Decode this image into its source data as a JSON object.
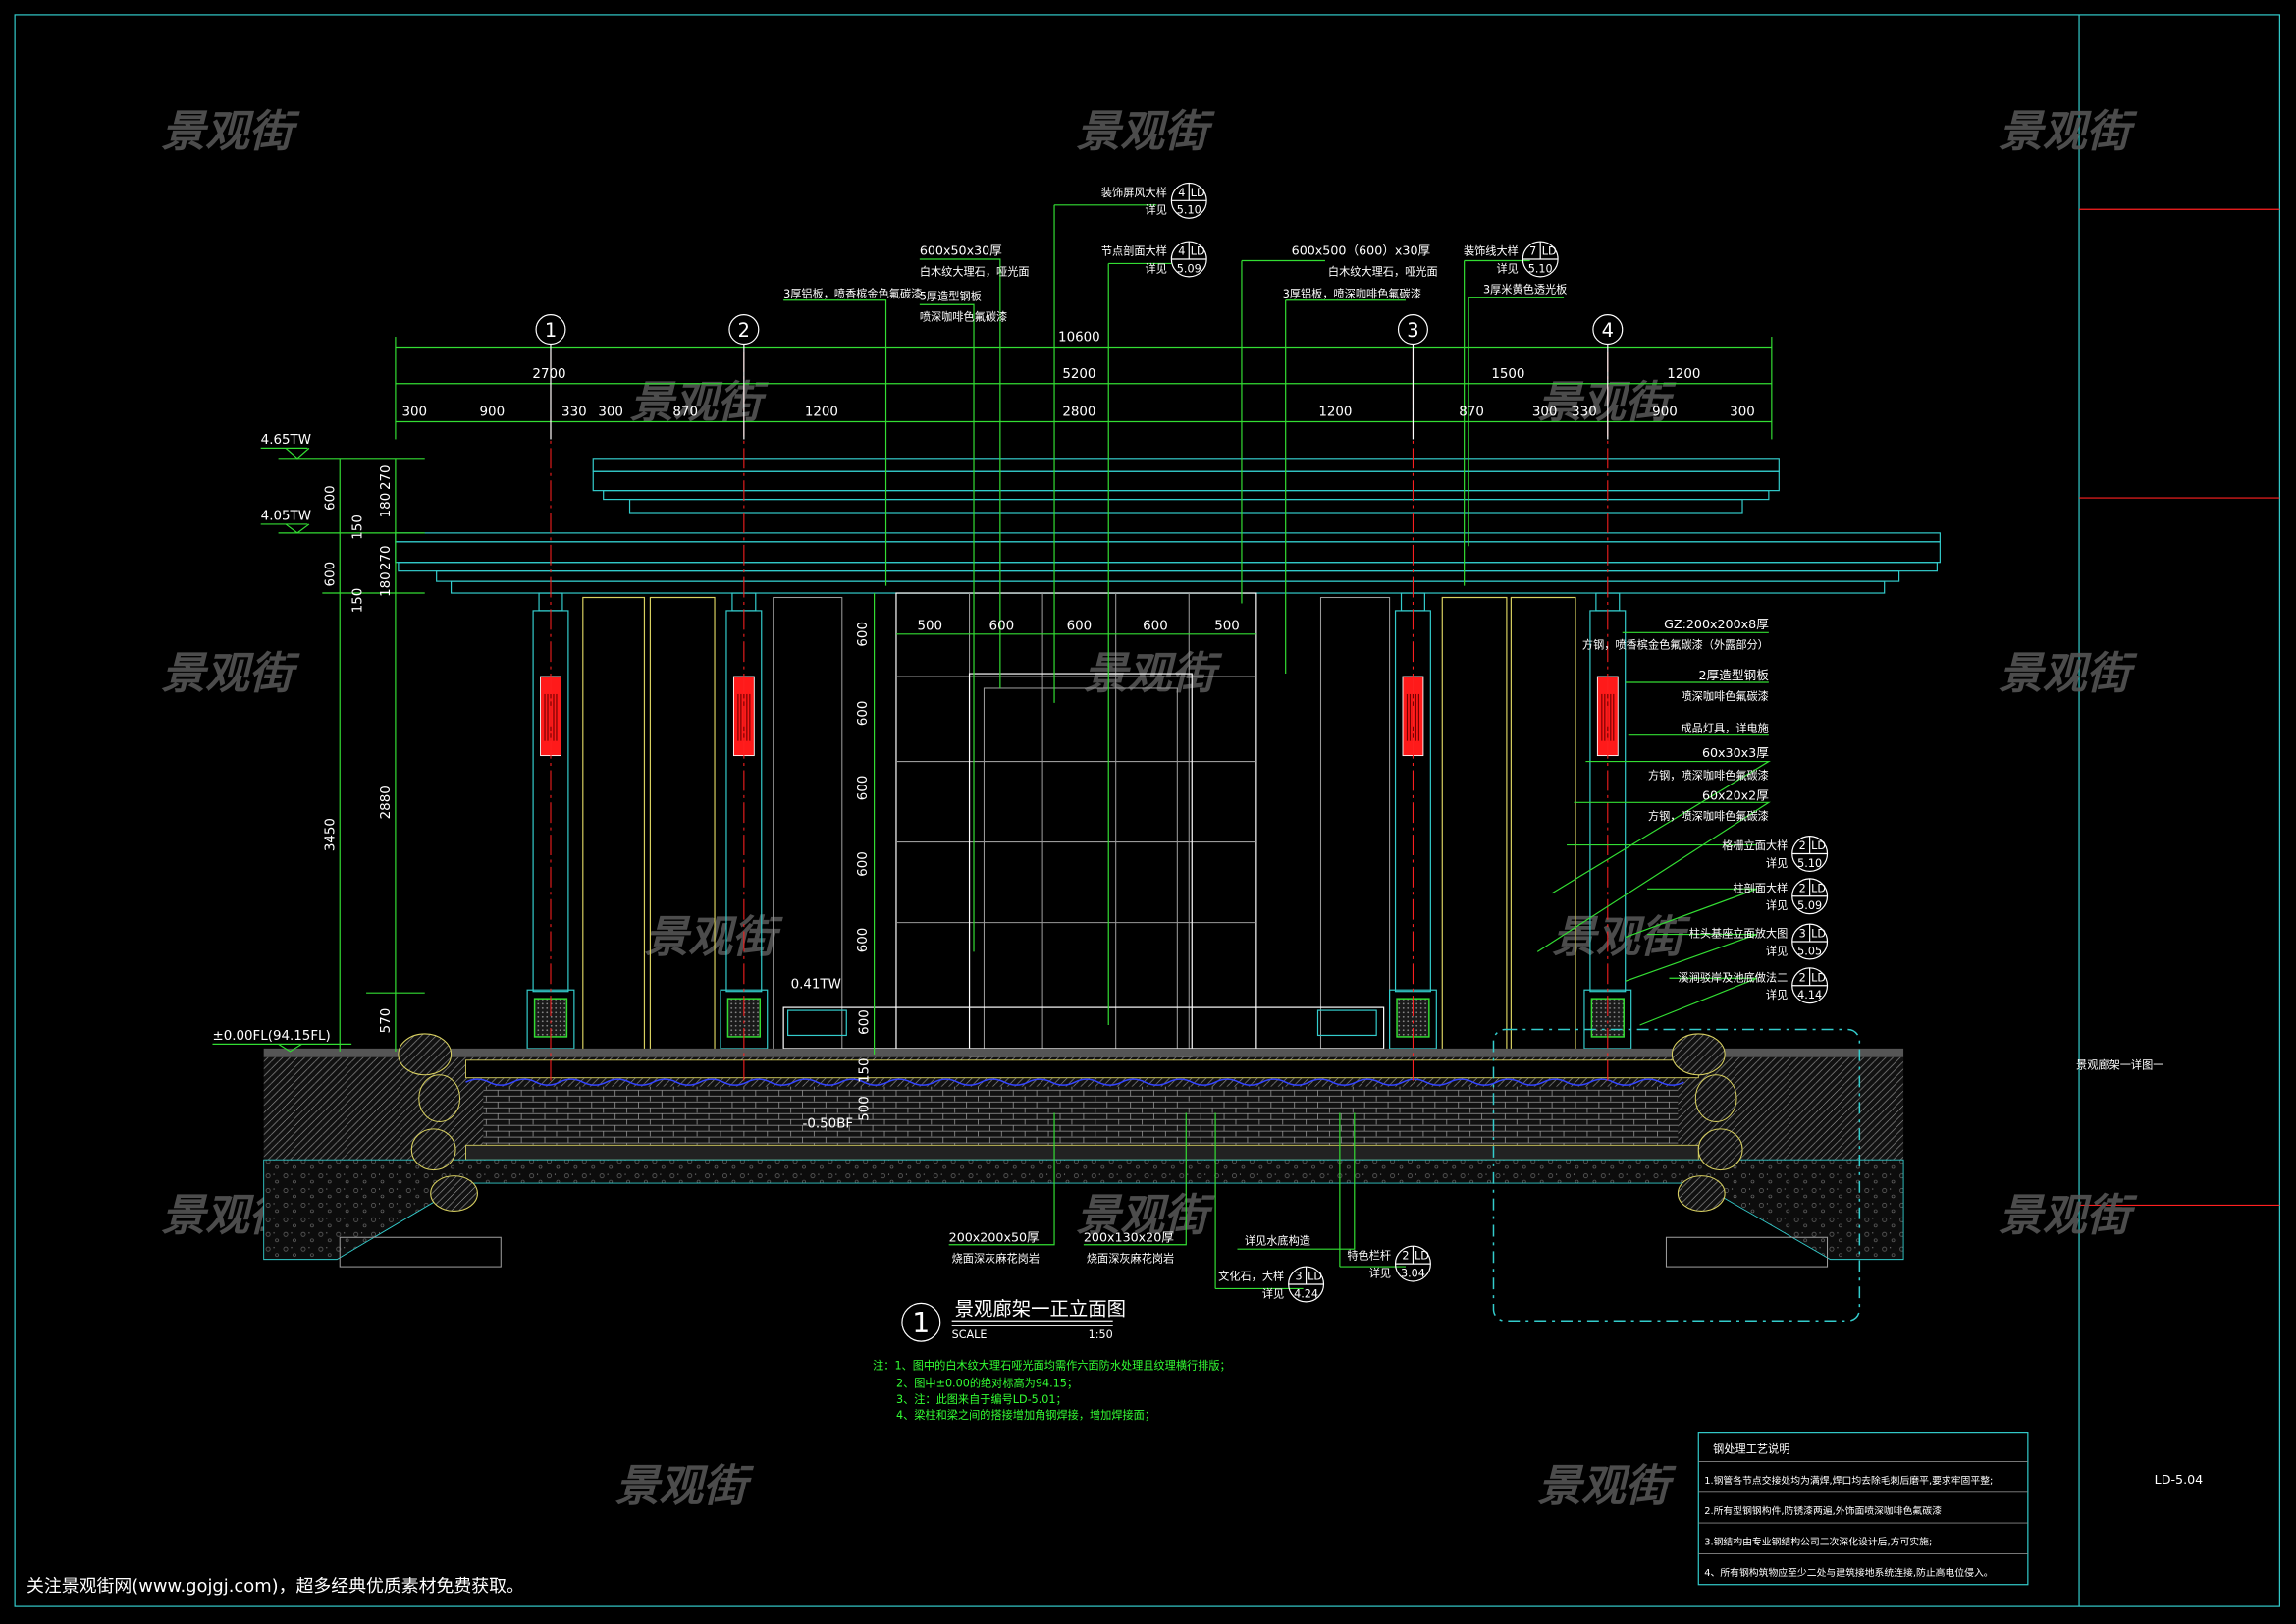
{
  "watermark": "景观街",
  "axes": [
    "1",
    "2",
    "3",
    "4"
  ],
  "dimensions": {
    "total": "10600",
    "row2": [
      "2700",
      "5200",
      "1500",
      "1200"
    ],
    "row3": [
      "300",
      "900",
      "330",
      "300",
      "870",
      "1200",
      "2800",
      "1200",
      "870",
      "300",
      "330",
      "900",
      "300"
    ],
    "left_outer": [
      "600",
      "600",
      "3450"
    ],
    "left_inner": [
      "270",
      "180",
      "150",
      "270",
      "180",
      "150",
      "2880",
      "570"
    ],
    "center_horizontal": [
      "500",
      "600",
      "600",
      "600",
      "500"
    ],
    "center_vertical": [
      "600",
      "600",
      "600",
      "600",
      "600"
    ],
    "bench_vertical": [
      "600",
      "150",
      "500"
    ]
  },
  "levels": {
    "top_wall_1": "4.65TW",
    "top_wall_2": "4.05TW",
    "floor": "±0.00FL(94.15FL)",
    "bench_top": "0.41TW",
    "pool_bottom": "-0.50BF"
  },
  "top_callouts": {
    "marble_1_size": "600x50x30厚",
    "marble_1_material": "白木纹大理石，哑光面",
    "steel_plate_1": "5厚造型钢板",
    "steel_plate_1_paint": "喷深咖啡色氟碳漆",
    "aluminum_left": "3厚铝板，喷香槟金色氟碳漆",
    "marble_2_size": "600x500（600）x30厚",
    "marble_2_material": "白木纹大理石，哑光面",
    "aluminum_right": "3厚铝板，喷深咖啡色氟碳漆",
    "translucent_panel": "3厚米黄色透光板"
  },
  "right_callouts": {
    "column_spec": "GZ:200x200x8厚",
    "column_paint": "方钢，喷香槟金色氟碳漆（外露部分）",
    "steel_plate_2": "2厚造型钢板",
    "steel_plate_2_paint": "喷深咖啡色氟碳漆",
    "lamp": "成品灯具，详电施",
    "tube_1_size": "60x30x3厚",
    "tube_1_paint": "方钢，喷深咖啡色氟碳漆",
    "tube_2_size": "60x20x2厚",
    "tube_2_paint": "方钢，喷深咖啡色氟碳漆"
  },
  "bottom_callouts": {
    "granite_1_size": "200x200x50厚",
    "granite_1_material": "烧面深灰麻花岗岩",
    "granite_2_size": "200x130x20厚",
    "granite_2_material": "烧面深灰麻花岗岩",
    "water_bottom": "详见水底构造"
  },
  "detail_refs": [
    {
      "label": "装饰屏风大样",
      "see": "详见",
      "num": "4",
      "code": "LD",
      "sheet": "5.10"
    },
    {
      "label": "节点剖面大样",
      "see": "详见",
      "num": "4",
      "code": "LD",
      "sheet": "5.09"
    },
    {
      "label": "装饰线大样",
      "see": "详见",
      "num": "7",
      "code": "LD",
      "sheet": "5.10"
    },
    {
      "label": "格栅立面大样",
      "see": "详见",
      "num": "2",
      "code": "LD",
      "sheet": "5.10"
    },
    {
      "label": "柱剖面大样",
      "see": "详见",
      "num": "2",
      "code": "LD",
      "sheet": "5.09"
    },
    {
      "label": "柱头基座立面放大图",
      "see": "详见",
      "num": "3",
      "code": "LD",
      "sheet": "5.05"
    },
    {
      "label": "溪涧驳岸及池底做法二",
      "see": "详见",
      "num": "2",
      "code": "LD",
      "sheet": "4.14"
    },
    {
      "label": "文化石，大样",
      "see": "详见",
      "num": "3",
      "code": "LD",
      "sheet": "4.24"
    },
    {
      "label": "特色栏杆",
      "see": "详见",
      "num": "2",
      "code": "LD",
      "sheet": "3.04"
    }
  ],
  "drawing_title": {
    "number": "1",
    "title": "景观廊架一正立面图",
    "scale_label": "SCALE",
    "scale": "1:50"
  },
  "notes": [
    "注：1、图中的白木纹大理石哑光面均需作六面防水处理且纹理横行排版；",
    "2、图中±0.00的绝对标高为94.15；",
    "3、注：此图来自于编号LD-5.01；",
    "4、梁柱和梁之间的搭接增加角钢焊接，增加焊接面；"
  ],
  "steel_table": {
    "title": "钢处理工艺说明",
    "rows": [
      "1.钢管各节点交接处均为满焊,焊口均去除毛刺后磨平,要求牢固平整;",
      "2.所有型钢钢构件,防锈漆两遍,外饰面喷深咖啡色氟碳漆",
      "3.钢结构由专业钢结构公司二次深化设计后,方可实施;",
      "4、所有钢构筑物应至少二处与建筑接地系统连接,防止高电位侵入。"
    ]
  },
  "title_block": {
    "sheet_name": "景观廊架一详图一",
    "sheet_number": "LD-5.04"
  },
  "footer_text": "关注景观街网(www.gojgj.com)，超多经典优质素材免费获取。",
  "colors": {
    "frame": "#33cccc",
    "leader": "#33dd33",
    "lamp": "#ff1a1a",
    "lattice": "#d8d060",
    "notes": "#33ff33"
  }
}
